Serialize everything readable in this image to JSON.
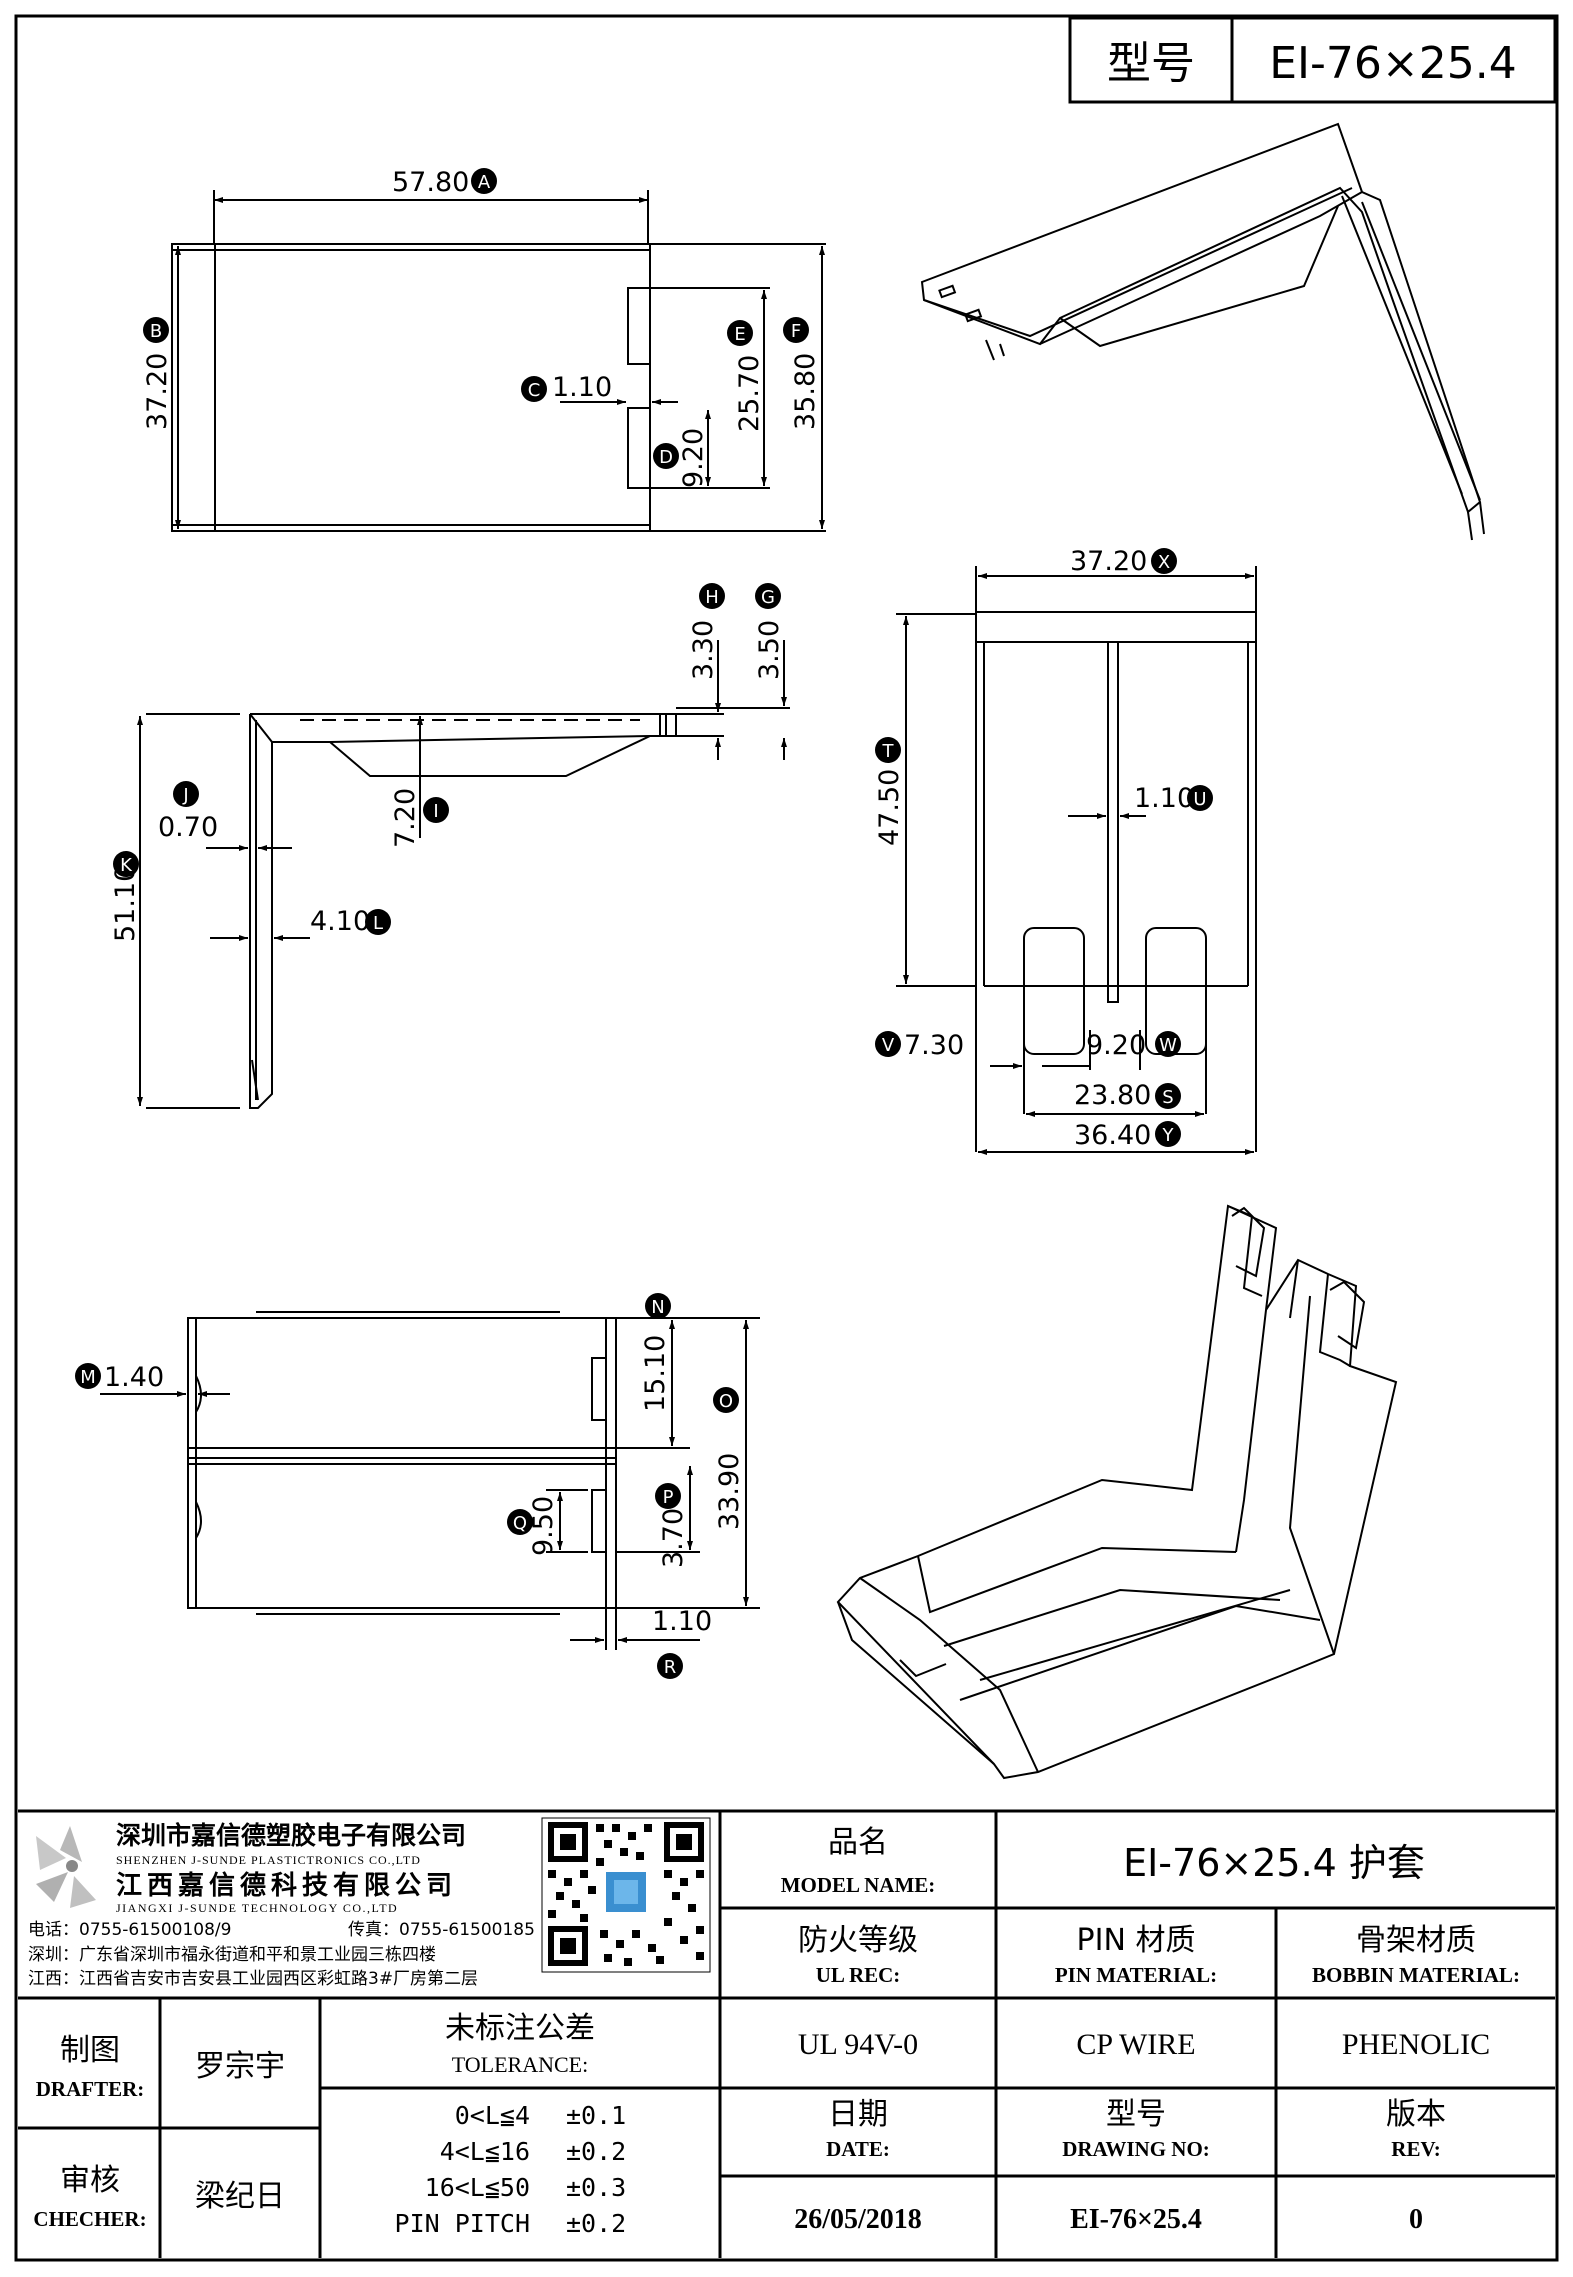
{
  "header": {
    "label": "型号",
    "value": "EI-76×25.4"
  },
  "dimensions": {
    "d5780": "57.80",
    "d3720a": "37.20",
    "d2570": "25.70",
    "d3580": "35.80",
    "d110c": "1.10",
    "d920d": "9.20",
    "d330": "3.30",
    "d350": "3.50",
    "d070": "0.70",
    "d720": "7.20",
    "d5110": "51.10",
    "d410": "4.10",
    "d3720x": "37.20",
    "d4750": "47.50",
    "d110u": "1.10",
    "d730": "7.30",
    "d920v": "9.20",
    "d2380": "23.80",
    "d3640": "36.40",
    "d140": "1.40",
    "d1510": "15.10",
    "d3390": "33.90",
    "d950": "9.50",
    "d370": "3.70",
    "d110r": "1.10"
  },
  "callouts": {
    "A": "A",
    "B": "B",
    "C": "C",
    "D": "D",
    "E": "E",
    "F": "F",
    "G": "G",
    "H": "H",
    "I": "I",
    "J": "J",
    "K": "K",
    "L": "L",
    "M": "M",
    "N": "N",
    "O": "O",
    "P": "P",
    "Q": "Q",
    "R": "R",
    "S": "S",
    "T": "T",
    "U": "U",
    "V": "V",
    "W": "W",
    "X": "X",
    "Y": "Y"
  },
  "company": {
    "cn1": "深圳市嘉信德塑胶电子有限公司",
    "en1": "SHENZHEN J-SUNDE PLASTICTRONICS CO.,LTD",
    "cn2": "江西嘉信德科技有限公司",
    "en2": "JIANGXI J-SUNDE TECHNOLOGY CO.,LTD",
    "tel": "电话：0755-61500108/9",
    "fax": "传真：0755-61500185",
    "addr_sz": "深圳：广东省深圳市福永街道和平和景工业园三栋四楼",
    "addr_jx": "江西：江西省吉安市吉安县工业园西区彩虹路3#厂房第二层"
  },
  "title_block": {
    "model_cn": "品名",
    "model_en": "MODEL NAME:",
    "model_value": "EI-76×25.4 护套",
    "ul_cn": "防火等级",
    "ul_en": "UL REC:",
    "ul_value": "UL 94V-0",
    "pin_cn": "PIN 材质",
    "pin_en": "PIN MATERIAL:",
    "pin_value": "CP WIRE",
    "bobbin_cn": "骨架材质",
    "bobbin_en": "BOBBIN MATERIAL:",
    "bobbin_value": "PHENOLIC",
    "drafter_cn": "制图",
    "drafter_en": "DRAFTER:",
    "drafter_name": "罗宗宇",
    "checker_cn": "审核",
    "checker_en": "CHECHER:",
    "checker_name": "梁纪日",
    "tol_cn": "未标注公差",
    "tol_en": "TOLERANCE:",
    "tol_rows": [
      {
        "range": "0<L≦4",
        "value": "±0.1"
      },
      {
        "range": "4<L≦16",
        "value": "±0.2"
      },
      {
        "range": "16<L≦50",
        "value": "±0.3"
      },
      {
        "range": "PIN PITCH",
        "value": "±0.2"
      }
    ],
    "date_cn": "日期",
    "date_en": "DATE:",
    "date_value": "26/05/2018",
    "dwg_cn": "型号",
    "dwg_en": "DRAWING NO:",
    "dwg_value": "EI-76×25.4",
    "rev_cn": "版本",
    "rev_en": "REV:",
    "rev_value": "0"
  }
}
